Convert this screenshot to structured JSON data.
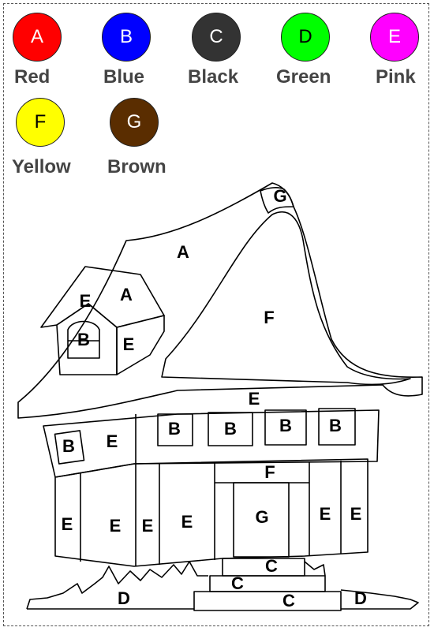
{
  "legend": [
    {
      "letter": "A",
      "name": "Red",
      "color": "#ff0000"
    },
    {
      "letter": "B",
      "name": "Blue",
      "color": "#0000ff"
    },
    {
      "letter": "C",
      "name": "Black",
      "color": "#333333"
    },
    {
      "letter": "D",
      "name": "Green",
      "color": "#00ff00"
    },
    {
      "letter": "E",
      "name": "Pink",
      "color": "#ff00ff"
    },
    {
      "letter": "F",
      "name": "Yellow",
      "color": "#ffff00"
    },
    {
      "letter": "G",
      "name": "Brown",
      "color": "#5a2d00"
    }
  ],
  "regions": {
    "roof_peak": "G",
    "main_roof": "A",
    "dormer_roof": "A",
    "dormer_front": "E",
    "dormer_window": "B",
    "dormer_side": "E",
    "roof_underside": "F",
    "upper_band": "E",
    "upper_left_window": "B",
    "upper_left_wall": "E",
    "upper_window_1": "B",
    "upper_window_2": "B",
    "upper_window_3": "B",
    "upper_window_4": "B",
    "door_header": "F",
    "door": "G",
    "wall_panel_1": "E",
    "wall_panel_2": "E",
    "wall_panel_3": "E",
    "wall_panel_4": "E",
    "wall_panel_5": "E",
    "wall_panel_6": "E",
    "step_top": "C",
    "step_middle": "C",
    "step_bottom": "C",
    "grass_left": "D",
    "grass_right": "D"
  }
}
